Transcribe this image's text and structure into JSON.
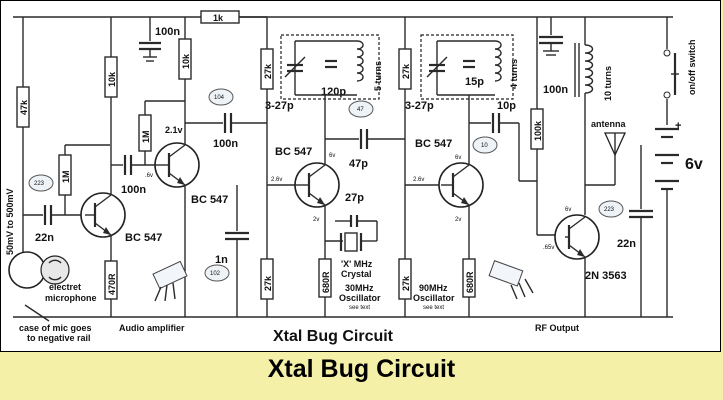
{
  "caption": "Xtal Bug Circuit",
  "diagram_title": "Xtal Bug Circuit",
  "sections": {
    "audio": "Audio amplifier",
    "osc30": "30MHz",
    "osc30b": "Oscillator",
    "osc90": "90MHz",
    "osc90b": "Oscillator",
    "rf": "RF Output",
    "see_text": "see text"
  },
  "labels": {
    "input_range": "50mV to 500mV",
    "mic": "electret",
    "mic2": "microphone",
    "mic_note": "case of mic goes",
    "mic_note2": "to negative rail",
    "switch": "on/off switch",
    "antenna": "antenna",
    "battery": "6v",
    "crystal": "'X' MHz",
    "crystal2": "Crystal",
    "plus": "+"
  },
  "components": {
    "r1k": "1k",
    "r47k": "47k",
    "r10k": "10k",
    "r10k2": "10k",
    "r1m_a": "1M",
    "r1m_b": "1M",
    "r470": "470R",
    "r27k_a": "27k",
    "r27k_b": "27k",
    "r680_a": "680R",
    "r27k_c": "27k",
    "r27k_d": "27k",
    "r680_b": "680R",
    "r100k": "100k",
    "c100n_top": "100n",
    "c22n": "22n",
    "c100n_a": "100n",
    "c100n_b": "100n",
    "c1n": "1n",
    "c120p": "120p",
    "c3_27p_a": "3-27p",
    "c47p": "47p",
    "c27p": "27p",
    "c3_27p_b": "3-27p",
    "c15p": "15p",
    "c10p": "10p",
    "c100n_c": "100n",
    "c22n_b": "22n",
    "l5": "5 turns",
    "l4": "4 turns",
    "l10": "10 turns",
    "q1": "BC 547",
    "q2": "BC 547",
    "q3": "BC 547",
    "q4": "BC 547",
    "q5": "2N 3563",
    "v21": "2.1v",
    "v6a": ".6v",
    "v26a": "2.6v",
    "v6b": "6v",
    "v2a": "2v",
    "v6c": "6v",
    "v26b": "2.6v",
    "v2b": "2v",
    "v6d": "6v",
    "v65": ".65v"
  },
  "badges": {
    "b223a": "223",
    "b104": "104",
    "b102": "102",
    "b47": "47",
    "b10": "10",
    "b223b": "223"
  }
}
